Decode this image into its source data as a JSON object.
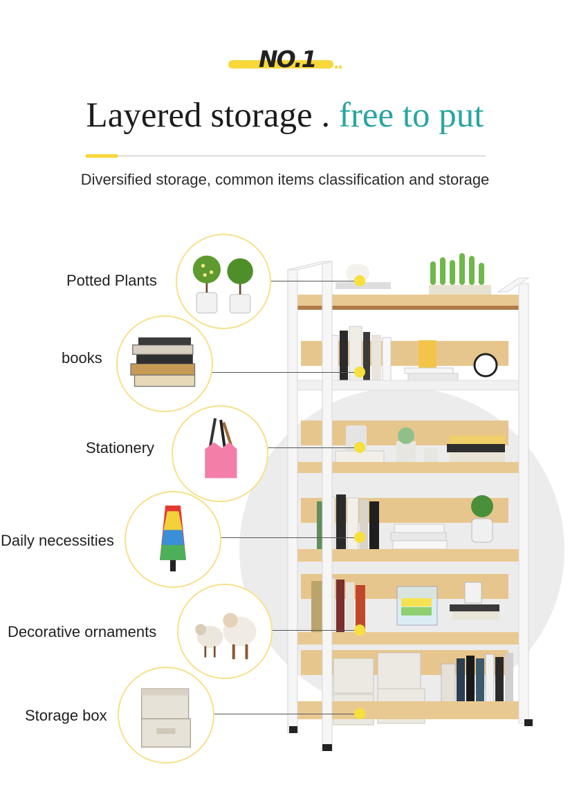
{
  "badge": {
    "text": "NO.1"
  },
  "title": {
    "part1": "Layered storage . ",
    "part2": "free to put"
  },
  "subtitle": "Diversified storage, common items classification and storage",
  "colors": {
    "accent_yellow": "#f8d73a",
    "teal": "#2aa5a0",
    "wood": "#e9c992",
    "frame": "#f4f4f4"
  },
  "categories": [
    {
      "label": "Potted Plants",
      "icon": "potted-plants-icon"
    },
    {
      "label": "books",
      "icon": "books-icon"
    },
    {
      "label": "Stationery",
      "icon": "pen-holder-icon"
    },
    {
      "label": "Daily necessities",
      "icon": "umbrella-icon"
    },
    {
      "label": "Decorative ornaments",
      "icon": "sheep-ornament-icon"
    },
    {
      "label": "Storage box",
      "icon": "storage-box-icon"
    }
  ]
}
